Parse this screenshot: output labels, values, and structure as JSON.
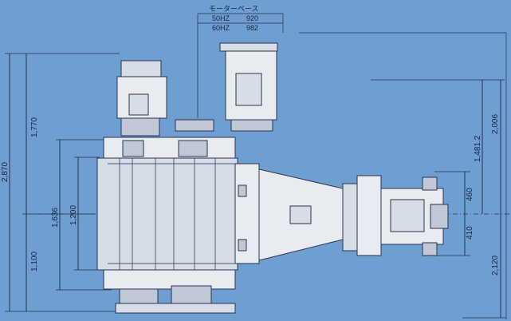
{
  "header": {
    "motor_base_label": "モーターベース",
    "freq_50": "50HZ",
    "val_50": "920",
    "freq_60": "60HZ",
    "val_60": "982"
  },
  "dimensions": {
    "left_outer_total": "2,870",
    "left_upper": "1,770",
    "left_lower": "1,100",
    "inner_1636": "1,636",
    "inner_1200": "1,200",
    "right_2006": "2,006",
    "right_14812": "1,481.2",
    "right_460": "460",
    "right_410": "410",
    "right_2120": "2,120"
  },
  "colors": {
    "background": "#6f9fd0",
    "line": "#23314f",
    "part_fill": "#e8ecf1"
  }
}
